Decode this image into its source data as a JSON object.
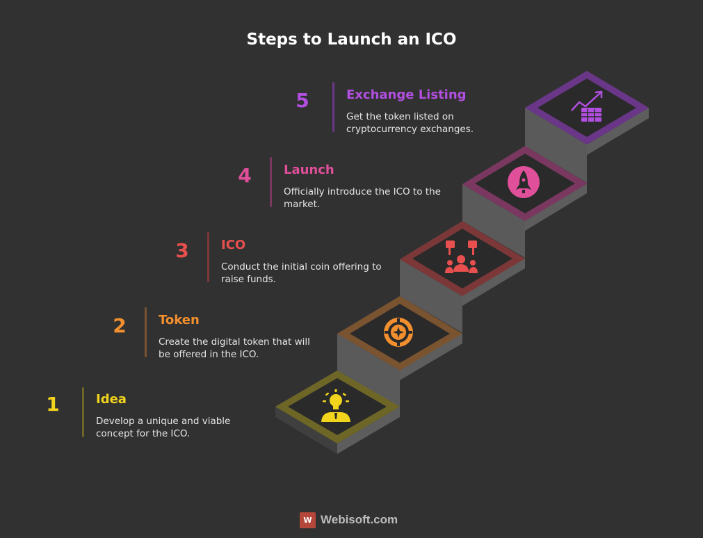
{
  "title": "Steps to Launch an ICO",
  "steps": [
    {
      "number": "1",
      "label": "Idea",
      "description": "Develop a unique and viable concept for the ICO.",
      "color": "#f2d41c",
      "rim": "#6e6627",
      "icon": "lightbulb-person-icon"
    },
    {
      "number": "2",
      "label": "Token",
      "description": "Create the digital token that will be offered in the ICO.",
      "color": "#f28f2e",
      "rim": "#7a5330",
      "icon": "coin-wheel-icon"
    },
    {
      "number": "3",
      "label": "ICO",
      "description": "Conduct the initial coin offering to raise funds.",
      "color": "#e8504f",
      "rim": "#7c3838",
      "icon": "crowd-raising-funds-icon"
    },
    {
      "number": "4",
      "label": "Launch",
      "description": "Officially introduce the ICO to the market.",
      "color": "#e04f9a",
      "rim": "#7a3861",
      "icon": "rocket-icon"
    },
    {
      "number": "5",
      "label": "Exchange Listing",
      "description": "Get the token listed on cryptocurrency exchanges.",
      "color": "#b14fe0",
      "rim": "#6a3788",
      "icon": "chart-up-table-icon"
    }
  ],
  "footer": {
    "logo_letter": "W",
    "brand": "Webisoft.com"
  }
}
